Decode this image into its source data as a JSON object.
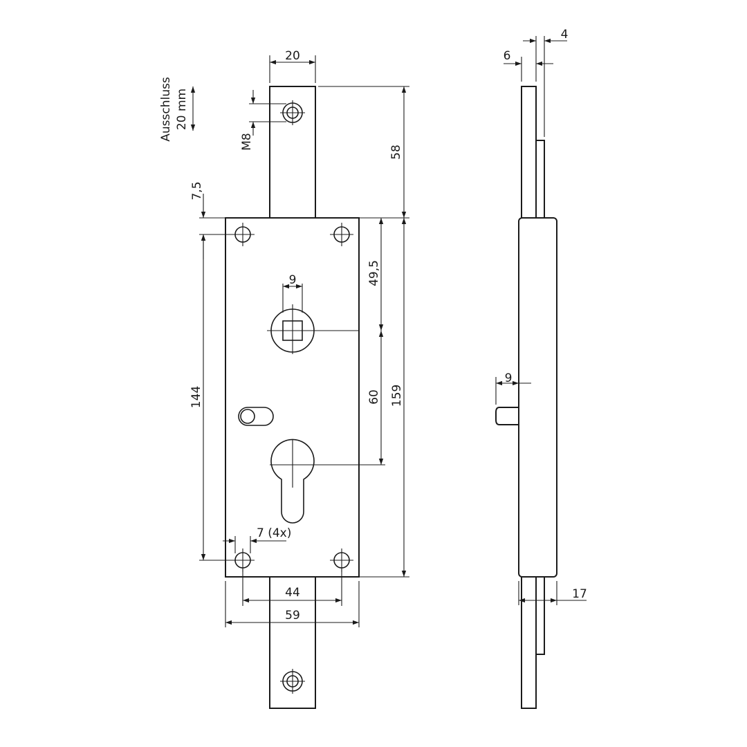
{
  "notes": {
    "ausschluss": "Ausschluss",
    "ausschluss_value": "20 mm"
  },
  "front_view": {
    "dimensions": {
      "bolt_width": "20",
      "bolt_height": "58",
      "thread": "M8",
      "top_hole_offset": "7,5",
      "hole_spacing_vertical": "144",
      "spindle_offset": "49,5",
      "spindle_square": "9",
      "spindle_to_cylinder": "60",
      "case_height": "159",
      "hole_diameter": "7 (4x)",
      "hole_spacing_horizontal": "44",
      "case_width": "59"
    }
  },
  "side_view": {
    "dimensions": {
      "bolt_thickness": "6",
      "bolt_plate": "4",
      "latch_projection": "9",
      "case_depth": "17"
    }
  },
  "colors": {
    "line": "#1a1a1a",
    "background": "#ffffff"
  }
}
